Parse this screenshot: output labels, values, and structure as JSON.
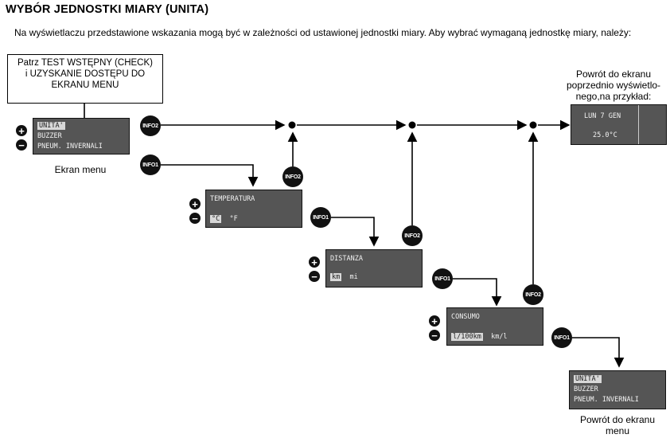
{
  "title": "WYBÓR JEDNOSTKI MIARY (UNITA)",
  "intro": "Na wyświetlaczu przedstawione wskazania mogą być w zależności od ustawionej jednostki miary. Aby wybrać wymaganą jednostkę miary, należy:",
  "start_note": [
    "Patrz TEST WSTĘPNY (CHECK)",
    "i UZYSKANIE DOSTĘPU DO",
    "EKRANU MENU"
  ],
  "menu_screen": {
    "lines": [
      "UNITA'",
      "BUZZER",
      "PNEUM. INVERNALI"
    ],
    "caption": "Ekran menu"
  },
  "temp_screen": {
    "title": "TEMPERATURA",
    "option_selected": "°C",
    "option_other": "°F"
  },
  "dist_screen": {
    "title": "DISTANZA",
    "option_selected": "km",
    "option_other": "mi"
  },
  "cons_screen": {
    "title": "CONSUMO",
    "option_selected": "l/100km",
    "option_other": "km/l"
  },
  "return_prev": {
    "caption": [
      "Powrót do ekranu",
      "poprzednio wyświetlo-",
      "nego,na przykład:"
    ],
    "line1": "LUN 7 GEN",
    "line2": "25.0°C"
  },
  "final_screen": {
    "lines": [
      "UNITA'",
      "BUZZER",
      "PNEUM. INVERNALI"
    ],
    "caption": [
      "Powrót do ekranu",
      "menu"
    ]
  },
  "buttons": {
    "info1": "INFO1",
    "info2": "INFO2",
    "plus": "+",
    "minus": "−"
  }
}
